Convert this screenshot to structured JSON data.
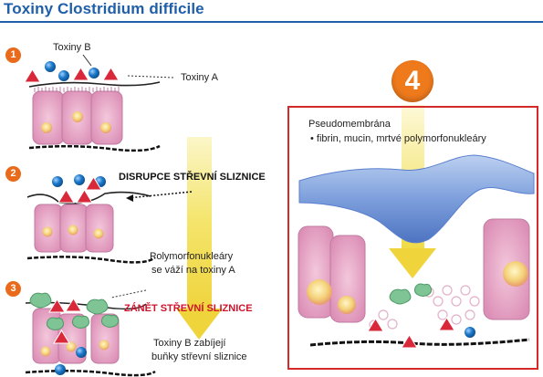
{
  "title": "Toxiny Clostridium difficile",
  "steps": {
    "one": "1",
    "two": "2",
    "three": "3",
    "four": "4"
  },
  "labels": {
    "toxiny_b": "Toxiny B",
    "toxiny_a": "Toxiny A",
    "disrupce": "DISRUPCE STŘEVNÍ SLIZNICE",
    "polymorfo_line1": "Polymorfonukleáry",
    "polymorfo_line2": "se váží na toxiny A",
    "zanet": "ZÁNĚT STŘEVNÍ SLIZNICE",
    "zabijeji_line1": "Toxiny B zabíjejí",
    "zabijeji_line2": "buňky střevní sliznice",
    "pseudomembrana": "Pseudomembrána",
    "pseudo_detail": "• fibrin, mucin, mrtvé polymorfonukleáry"
  },
  "colors": {
    "title_blue": "#1f5fa8",
    "step_orange": "#e86a1a",
    "alarm_red": "#d0122b",
    "toxin_a_red": "#d9283a",
    "toxin_b_blue": "#1c78c8",
    "cell_pink": "#e8a3c4",
    "arrow_yellow": "#f2e04a",
    "pmn_green": "#7fc494",
    "membrane_blue": "#6f94d6"
  },
  "icons": {
    "toxin_a": "triangle-icon",
    "toxin_b": "circle-icon",
    "neutrophil": "neutrophil-icon",
    "epithelial_cell": "cell-icon"
  }
}
